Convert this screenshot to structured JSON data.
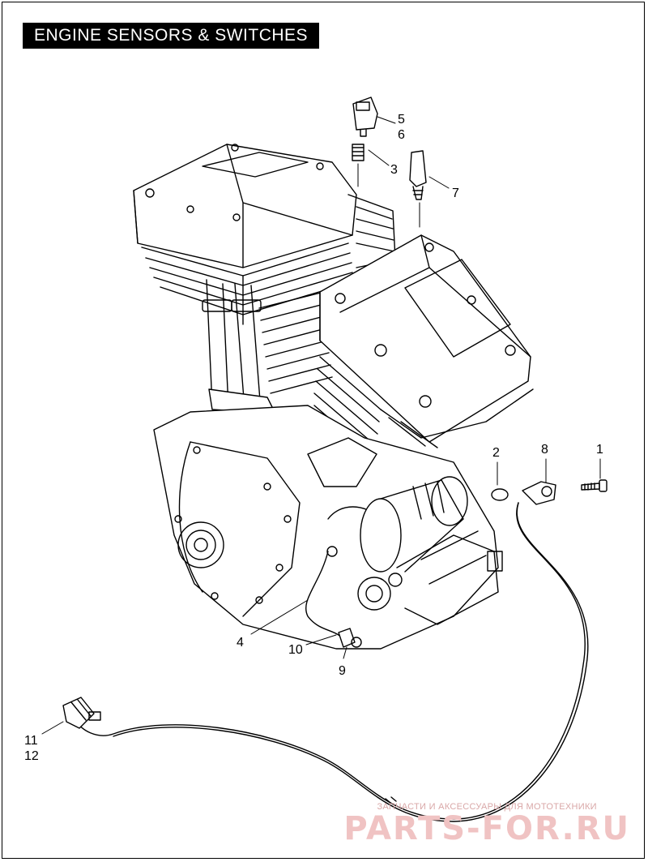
{
  "title": "ENGINE SENSORS & SWITCHES",
  "callouts": {
    "c1": "1",
    "c2": "2",
    "c3": "3",
    "c4": "4",
    "c5": "5",
    "c6": "6",
    "c7": "7",
    "c8": "8",
    "c9": "9",
    "c10": "10",
    "c11": "11",
    "c12": "12"
  },
  "watermark": {
    "tagline": "ЗАПЧАСТИ И АКСЕССУАРЫ ДЛЯ МОТОТЕХНИКИ",
    "brand": "PARTS-FOR.RU"
  },
  "colors": {
    "ink": "#000000",
    "title_bg": "#000000",
    "title_fg": "#ffffff",
    "watermark": "#f0c3c3"
  }
}
